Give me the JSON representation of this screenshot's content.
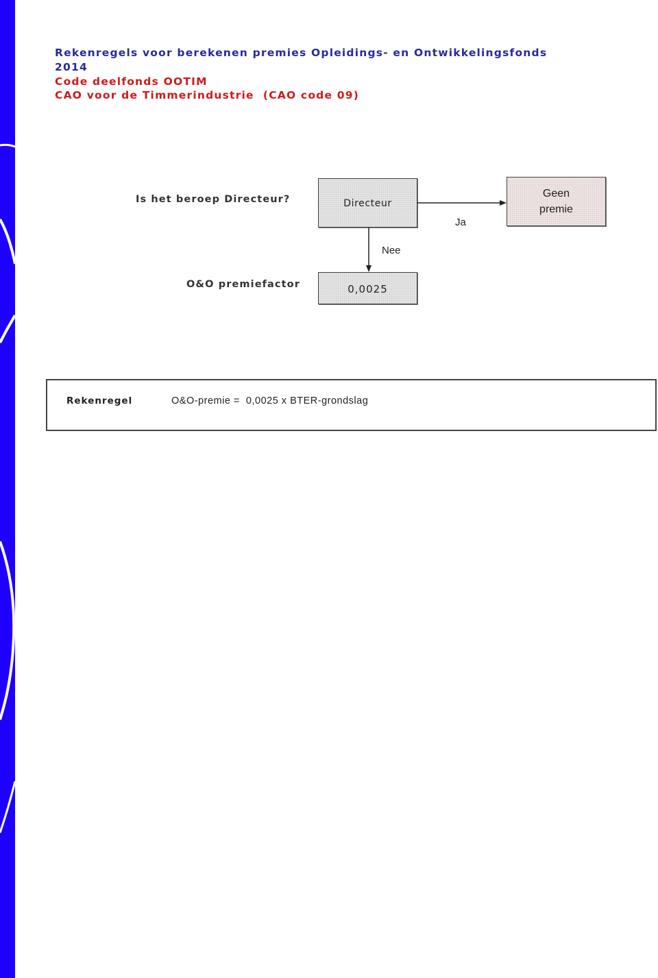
{
  "header": {
    "line1": "Rekenregels voor berekenen premies Opleidings- en Ontwikkelingsfonds",
    "line2": "2014",
    "line3": "Code deelfonds OOTIM",
    "line4": "CAO voor de Timmerindustrie  (CAO code 09)"
  },
  "flowchart": {
    "question": "Is het beroep Directeur?",
    "decision_box": "Directeur",
    "yes_label": "Ja",
    "yes_result_line1": "Geen",
    "yes_result_line2": "premie",
    "no_label": "Nee",
    "factor_label": "O&O premiefactor",
    "factor_value": "0,0025"
  },
  "rule": {
    "label": "Rekenregel",
    "formula": "O&O-premie =  0,0025 x BTER-grondslag"
  },
  "colors": {
    "band_blue": "#1e00ff",
    "title_navy": "#2a2a9a",
    "title_red": "#d11a1a"
  }
}
